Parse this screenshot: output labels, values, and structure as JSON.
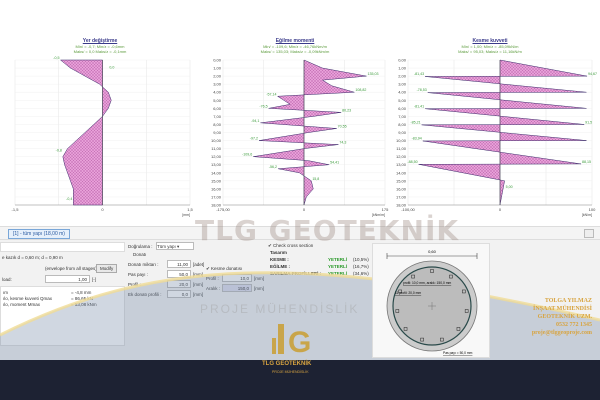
{
  "charts": [
    {
      "title": "Yer değiştirme",
      "sub1": "Min/ = -0,7; Min/z = -0,6mm",
      "sub2": "Maks/ = 0,0 Maks/z = -0,1mm",
      "xlim": [
        -1.5,
        1.5
      ],
      "ylim": [
        0,
        18
      ],
      "xticks": [
        "-1,5",
        "0",
        "1,5"
      ],
      "unit": "[mm]",
      "points": [
        [
          0,
          -0.72
        ],
        [
          1,
          -0.55
        ],
        [
          2,
          -0.3
        ],
        [
          3,
          -0.05
        ],
        [
          4,
          0.1
        ],
        [
          5,
          0.15
        ],
        [
          6,
          0.1
        ],
        [
          7,
          0
        ],
        [
          8,
          -0.15
        ],
        [
          9,
          -0.3
        ],
        [
          10,
          -0.45
        ],
        [
          11,
          -0.6
        ],
        [
          12,
          -0.68
        ],
        [
          13,
          -0.65
        ],
        [
          14,
          -0.6
        ],
        [
          15,
          -0.55
        ],
        [
          16,
          -0.5
        ],
        [
          17,
          -0.5
        ],
        [
          18,
          -0.5
        ]
      ],
      "labels": [
        {
          "d": 0,
          "v": -0.72,
          "t": "-0,5"
        },
        {
          "d": 1.2,
          "v": 0.1,
          "t": "0,0"
        },
        {
          "d": 11.5,
          "v": -0.68,
          "t": "-0,8"
        },
        {
          "d": 17.5,
          "v": -0.5,
          "t": "-0,4"
        }
      ]
    },
    {
      "title": "Eğilme momenti",
      "sub1": "Min/ = -109,6; Min/z = -46,76kNm/m",
      "sub2": "Maks/ = 135,03; Maks/z = -0,09kNm/m",
      "xlim": [
        -175,
        175
      ],
      "ylim": [
        0,
        18
      ],
      "xticks": [
        "-175,00",
        "0",
        "175"
      ],
      "unit": "[kNm/m]",
      "points": [
        [
          0,
          0
        ],
        [
          1,
          40
        ],
        [
          2,
          135.03
        ],
        [
          2.5,
          40
        ],
        [
          3.2,
          60
        ],
        [
          4,
          108.82
        ],
        [
          4.5,
          -57.14
        ],
        [
          5.5,
          -30
        ],
        [
          6,
          -76.5
        ],
        [
          6.5,
          80.23
        ],
        [
          7,
          20
        ],
        [
          7.8,
          -94.1
        ],
        [
          8.5,
          70.55
        ],
        [
          9,
          10
        ],
        [
          10,
          -97.2
        ],
        [
          10.5,
          74.3
        ],
        [
          11,
          0
        ],
        [
          12,
          -109.6
        ],
        [
          12.5,
          10
        ],
        [
          13,
          54.41
        ],
        [
          13.5,
          -56.2
        ],
        [
          14,
          -10
        ],
        [
          15,
          15.8
        ],
        [
          16,
          20
        ],
        [
          17,
          5
        ],
        [
          18,
          0
        ]
      ],
      "labels": [
        {
          "d": 2,
          "v": 135.03,
          "t": "135,03"
        },
        {
          "d": 4,
          "v": 108.82,
          "t": "108,82"
        },
        {
          "d": 4.5,
          "v": -57.14,
          "t": "-57,14"
        },
        {
          "d": 6,
          "v": -76.5,
          "t": "-76,5"
        },
        {
          "d": 6.5,
          "v": 80.23,
          "t": "80,23"
        },
        {
          "d": 7.8,
          "v": -94.1,
          "t": "-94,1"
        },
        {
          "d": 8.5,
          "v": 70.55,
          "t": "70,55"
        },
        {
          "d": 10,
          "v": -97.2,
          "t": "-97,2"
        },
        {
          "d": 10.5,
          "v": 74.3,
          "t": "74,3"
        },
        {
          "d": 12,
          "v": -109.6,
          "t": "-109,6"
        },
        {
          "d": 13,
          "v": 54.41,
          "t": "54,41"
        },
        {
          "d": 13.5,
          "v": -56.2,
          "t": "-56,2"
        },
        {
          "d": 15,
          "v": 15.8,
          "t": "15,8"
        }
      ]
    },
    {
      "title": "Kesme kuvveti",
      "sub1": "Min/ = 1,00; Min/z = -85,09kN/m",
      "sub2": "Maks/ = 95,03; Maks/z = 11,16kN/m",
      "xlim": [
        -100,
        100
      ],
      "ylim": [
        0,
        18
      ],
      "xticks": [
        "-100,00",
        "0",
        "100"
      ],
      "unit": "[kN/m]",
      "points": [
        [
          0,
          0
        ],
        [
          2,
          94.6
        ],
        [
          2.05,
          -81.4
        ],
        [
          4,
          94
        ],
        [
          4.05,
          -78.5
        ],
        [
          6,
          94
        ],
        [
          6.05,
          -81.4
        ],
        [
          8,
          91.5
        ],
        [
          8.05,
          -85.2
        ],
        [
          10,
          94
        ],
        [
          10.05,
          -83.9
        ],
        [
          12.9,
          88.1
        ],
        [
          12.95,
          -88.5
        ],
        [
          15,
          5
        ],
        [
          18,
          0
        ]
      ],
      "labels": [
        {
          "d": 2,
          "v": 94.6,
          "t": "94,67"
        },
        {
          "d": 2,
          "v": -81.4,
          "t": "-81,43"
        },
        {
          "d": 4,
          "v": -78.5,
          "t": "-78,53"
        },
        {
          "d": 6,
          "v": -81.4,
          "t": "-81,41"
        },
        {
          "d": 8,
          "v": -85.2,
          "t": "-85,21"
        },
        {
          "d": 8,
          "v": 91.5,
          "t": "91,5"
        },
        {
          "d": 10,
          "v": -83.9,
          "t": "-83,94"
        },
        {
          "d": 12.9,
          "v": -88.5,
          "t": "-88,50"
        },
        {
          "d": 12.9,
          "v": 88.1,
          "t": "88,15"
        },
        {
          "d": 16,
          "v": 5,
          "t": "5,00"
        }
      ]
    }
  ],
  "depth_ticks": [
    "0,00",
    "1,00",
    "2,00",
    "3,00",
    "4,00",
    "5,00",
    "6,00",
    "7,00",
    "8,00",
    "9,00",
    "10,00",
    "11,00",
    "12,00",
    "13,00",
    "14,00",
    "15,00",
    "16,00",
    "17,00",
    "18,00"
  ],
  "tab": "[1] - tüm yapı (18,00 m)",
  "left": {
    "pile": "e kazık d = 0,60 m; d = 0,90 m",
    "envelope": "(envelope from all stages)",
    "modify": "Modify",
    "load_label": "load:",
    "load_value": "1,00",
    "load_unit": "[-]",
    "r1": "ım",
    "r1v": "=  -4,8  mm",
    "r2": "ılo, kesme kuvveti  Qmax",
    "r2v": "=  86,65  kN",
    "r3": "ılo, moment  Mmax",
    "r3v": "=  53,08  kNm"
  },
  "mid": {
    "verif_label": "Doğrulama :",
    "verif_value": "Tüm yapı",
    "group": "Donatı",
    "count_label": "Donatı miktarı :",
    "count": "11,00",
    "count_unit": "[adet]",
    "cover_label": "Pas payı :",
    "cover": "50,0",
    "cover_unit": "[mm]",
    "prof_label": "Profil :",
    "prof": "20,0",
    "prof_unit": "[mm]",
    "extra_label": "Ek donatı profili :",
    "extra": "0,0",
    "extra_unit": "[mm]",
    "shear_check": "Kesme donatısı",
    "sprof_label": "Profil :",
    "sprof": "10,0",
    "sprof_unit": "[mm]",
    "space_label": "Aralık :",
    "space": "150,0",
    "space_unit": "[mm]"
  },
  "design": {
    "check": "Check cross section",
    "title": "Tasarım",
    "rows": [
      {
        "k": "KESME :",
        "s": "YETERLİ",
        "p": "(10,5%)"
      },
      {
        "k": "EĞİLME :",
        "s": "YETERLİ",
        "p": "(16,7%)"
      },
      {
        "k": "SARILMA PROFİLLERİ :",
        "s": "YETERLİ",
        "p": "(34,6%)"
      }
    ]
  },
  "section": {
    "dim": "0,60",
    "stirrup": "profil: 10,0 mm, aralık: 150,0 mm",
    "bars": "11 profil: 20,0 mm",
    "cover": "Pas payı = 50,0 mm"
  },
  "watermark": {
    "brand": "TLG GEOTEKNİK",
    "sub": "PROJE MÜHENDİSLİK",
    "logo": "TLG GEOTEKNİK",
    "logo_sub": "PROJE MÜHENDİSLİK"
  },
  "contact": [
    "TOLGA YILMAZ",
    "İNŞAAT MÜHENDİSİ",
    "GEOTEKNİK UZM.",
    "0532 772 1345",
    "proje@tlggeoproje.com"
  ],
  "colors": {
    "fill": "#e7a0d8",
    "line": "#3a2a6a",
    "label": "#3a9a3a",
    "footer": "#1d2233"
  }
}
